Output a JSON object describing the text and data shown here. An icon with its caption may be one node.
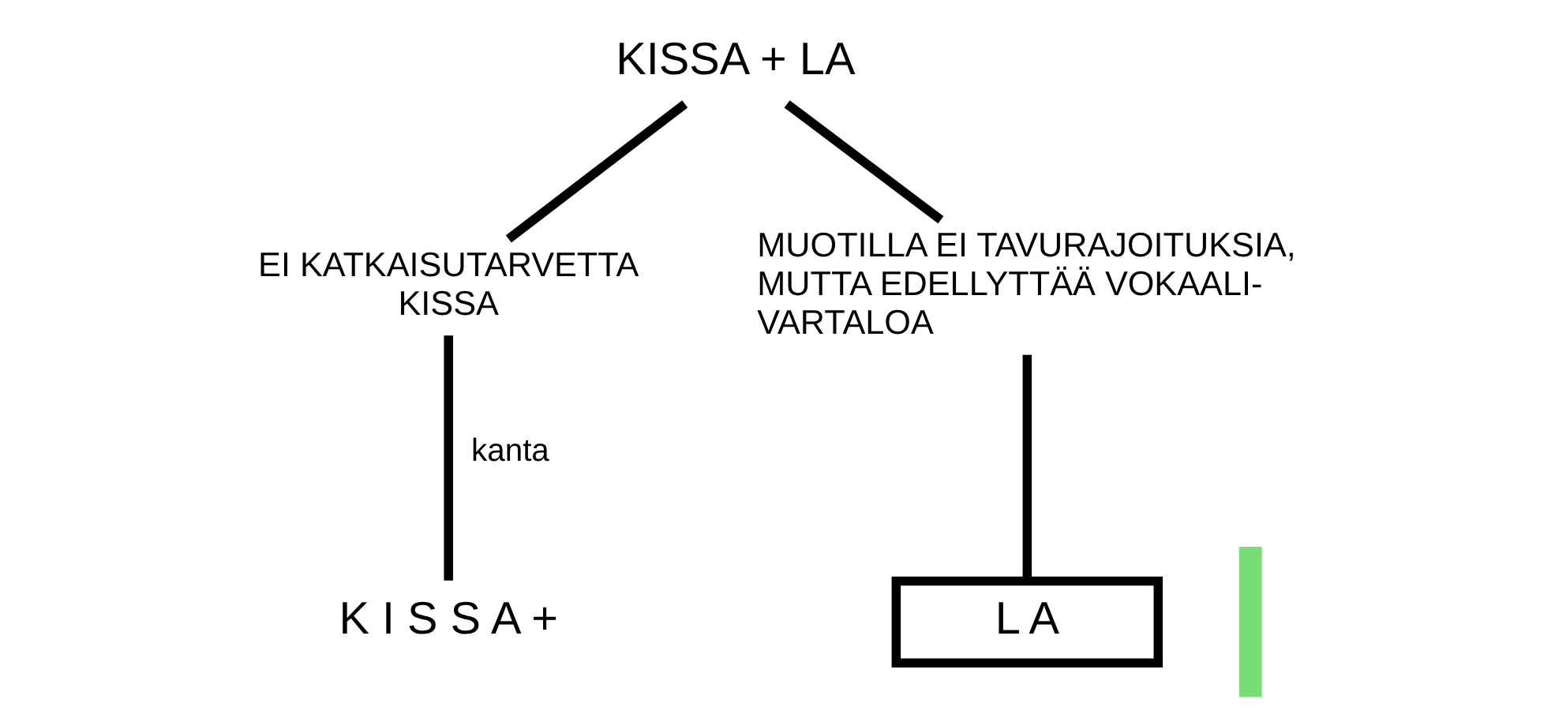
{
  "diagram": {
    "nodes": [
      {
        "text": [
          "KISSA + LA"
        ]
      },
      {
        "text": [
          "EI KATKAISUTARVETTA",
          "KISSA"
        ]
      },
      {
        "text": [
          "MUOTILLA EI TAVURAJOITUKSIA, MUTTA EDELLYTTÄÄ VOKAALI- VARTALOA"
        ]
      },
      {
        "text": [
          "K I S S A +"
        ]
      },
      {
        "text": [
          "L A"
        ]
      },
      {
        "text": [],
        "shape": "bar"
      }
    ],
    "edges": [
      {
        "from": 0,
        "to": 1,
        "arrow": "none"
      },
      {
        "from": 0,
        "to": 2,
        "arrow": "none"
      },
      {
        "from": 1,
        "to": 3,
        "arrow": "none",
        "label": "kanta"
      },
      {
        "from": 2,
        "to": 4,
        "arrow": "none"
      }
    ]
  }
}
